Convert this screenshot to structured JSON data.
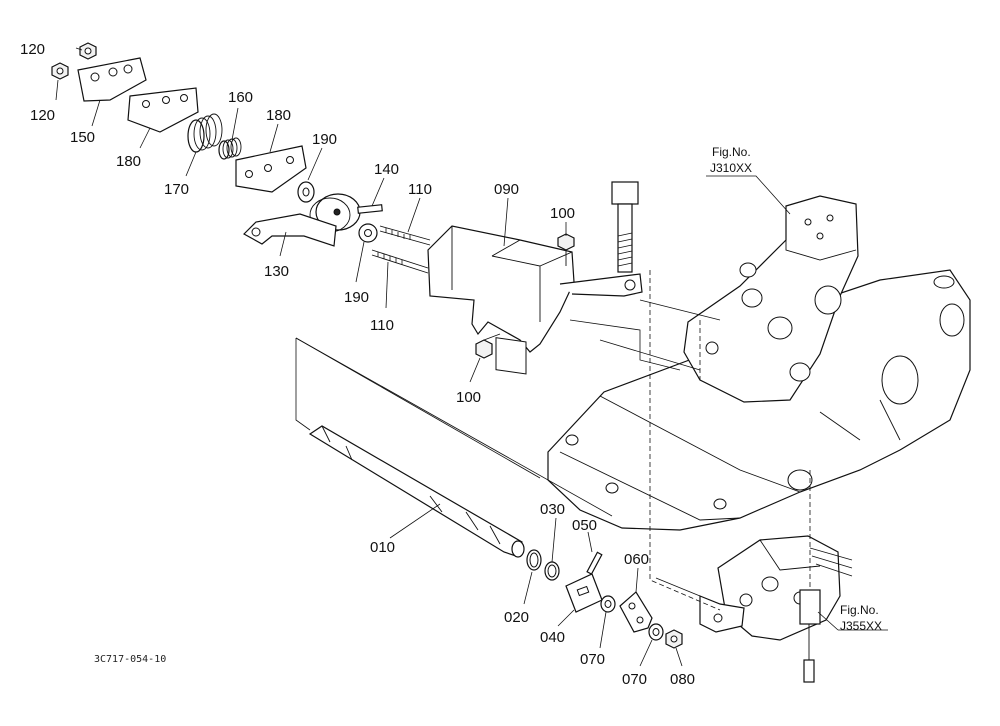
{
  "callouts": [
    {
      "id": "120a",
      "text": "120"
    },
    {
      "id": "120b",
      "text": "120"
    },
    {
      "id": "150",
      "text": "150"
    },
    {
      "id": "180a",
      "text": "180"
    },
    {
      "id": "160",
      "text": "160"
    },
    {
      "id": "180b",
      "text": "180"
    },
    {
      "id": "170",
      "text": "170"
    },
    {
      "id": "190a",
      "text": "190"
    },
    {
      "id": "140",
      "text": "140"
    },
    {
      "id": "110a",
      "text": "110"
    },
    {
      "id": "090",
      "text": "090"
    },
    {
      "id": "100a",
      "text": "100"
    },
    {
      "id": "130",
      "text": "130"
    },
    {
      "id": "190b",
      "text": "190"
    },
    {
      "id": "110b",
      "text": "110"
    },
    {
      "id": "100b",
      "text": "100"
    },
    {
      "id": "010",
      "text": "010"
    },
    {
      "id": "030",
      "text": "030"
    },
    {
      "id": "050",
      "text": "050"
    },
    {
      "id": "060",
      "text": "060"
    },
    {
      "id": "020",
      "text": "020"
    },
    {
      "id": "040",
      "text": "040"
    },
    {
      "id": "070a",
      "text": "070"
    },
    {
      "id": "070b",
      "text": "070"
    },
    {
      "id": "080",
      "text": "080"
    }
  ],
  "figure_refs": [
    {
      "label": "Fig.No.",
      "code": "J310XX"
    },
    {
      "label": "Fig.No.",
      "code": "J355XX"
    }
  ],
  "drawing_code": "3C717-054-10"
}
